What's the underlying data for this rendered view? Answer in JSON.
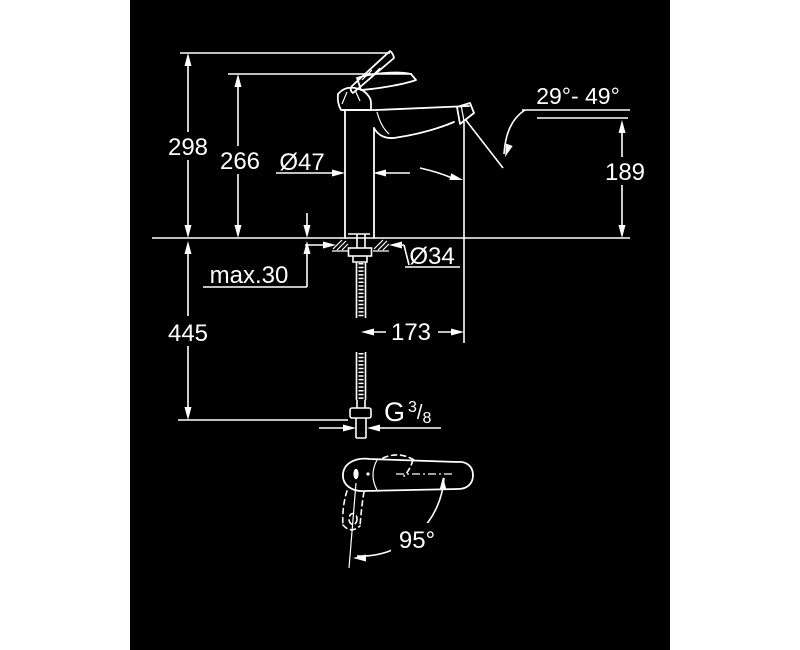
{
  "colors": {
    "page_bg": "#ffffff",
    "drawing_bg": "#000000",
    "line": "#ffffff"
  },
  "drawing": {
    "type": "technical-dimension-drawing",
    "subject": "single-lever basin mixer faucet, front view with mounting shank and top view of lever",
    "labels": {
      "height_overall": "298",
      "height_lever": "266",
      "body_diameter": "Ø47",
      "spout_angle": "29°- 49°",
      "spout_height": "189",
      "deck_max": "max.30",
      "hole_diameter": "Ø34",
      "below_deck": "445",
      "spout_reach": "173",
      "handle_swing": "95°",
      "thread": {
        "g": "G",
        "num": "3",
        "slash": "/",
        "den": "8"
      }
    }
  }
}
